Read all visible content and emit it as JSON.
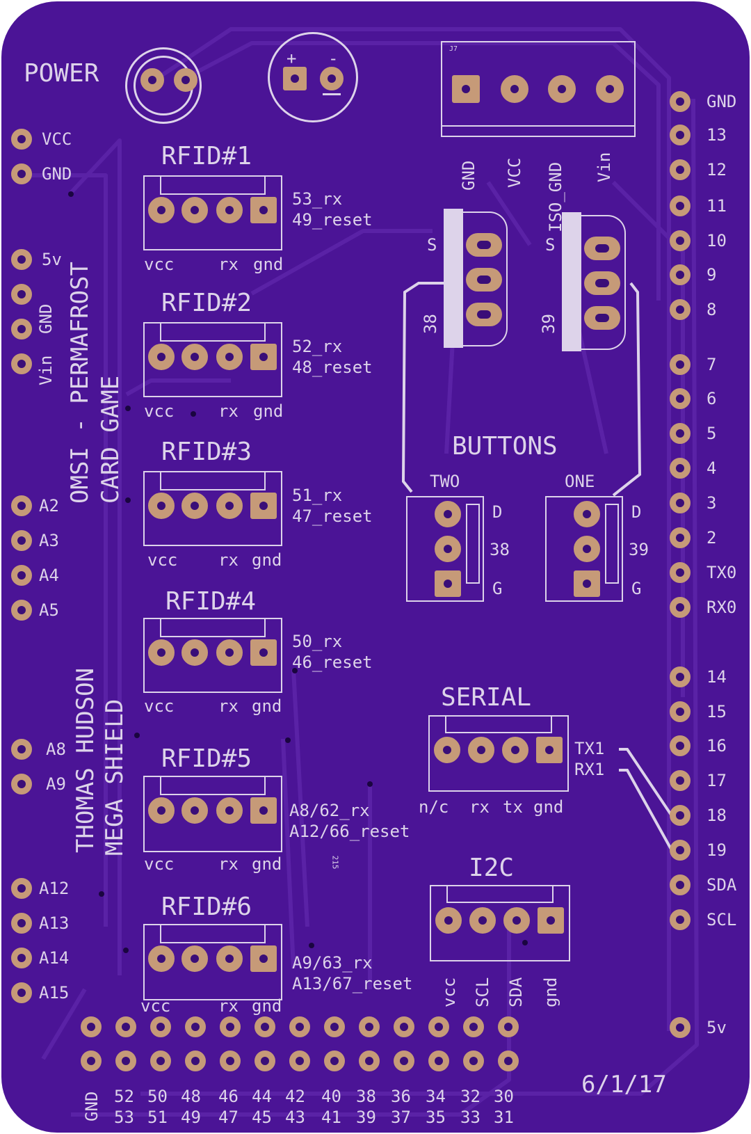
{
  "board": {
    "colors": {
      "pcb": "#4b1496",
      "silkscreen": "#ddd3ea",
      "pad": "#c69a78",
      "trace": "#5a22a6"
    },
    "power_label": "POWER",
    "cap_plus": "+",
    "cap_minus": "-",
    "j7_label": "J7",
    "j7_pins": [
      "GND",
      "VCC",
      "ISO_GND",
      "Vin"
    ],
    "title_line1": "OMSI - PERMAFROST",
    "title_line2": "CARD GAME",
    "author_line1": "THOMAS HUDSON",
    "author_line2": "MEGA SHIELD",
    "small_label": "215",
    "date": "6/1/17",
    "left_pins": {
      "top": [
        "VCC",
        "GND"
      ],
      "power": [
        "5v",
        "GND",
        "Vin"
      ],
      "analog_a": [
        "A2",
        "A3",
        "A4",
        "A5"
      ],
      "analog_b": [
        "A8",
        "A9"
      ],
      "analog_c": [
        "A12",
        "A13",
        "A14",
        "A15"
      ]
    },
    "right_pins": {
      "digital_high": [
        "GND",
        "13",
        "12",
        "11",
        "10",
        "9",
        "8"
      ],
      "digital_low": [
        "7",
        "6",
        "5",
        "4",
        "3",
        "2",
        "TX0",
        "RX0"
      ],
      "comm": [
        "14",
        "15",
        "16",
        "17",
        "18",
        "19",
        "SDA",
        "SCL"
      ],
      "bottom": [
        "5v"
      ]
    },
    "rfid": [
      {
        "title": "RFID#1",
        "line1": "53_rx",
        "line2": "49_reset",
        "pins": [
          "vcc",
          "rx",
          "gnd"
        ]
      },
      {
        "title": "RFID#2",
        "line1": "52_rx",
        "line2": "48_reset",
        "pins": [
          "vcc",
          "rx",
          "gnd"
        ]
      },
      {
        "title": "RFID#3",
        "line1": "51_rx",
        "line2": "47_reset",
        "pins": [
          "vcc",
          "rx",
          "gnd"
        ]
      },
      {
        "title": "RFID#4",
        "line1": "50_rx",
        "line2": "46_reset",
        "pins": [
          "vcc",
          "rx",
          "gnd"
        ]
      },
      {
        "title": "RFID#5",
        "line1": "A8/62_rx",
        "line2": "A12/66_reset",
        "pins": [
          "vcc",
          "rx",
          "gnd"
        ]
      },
      {
        "title": "RFID#6",
        "line1": "A9/63_rx",
        "line2": "A13/67_reset",
        "pins": [
          "vcc",
          "rx",
          "gnd"
        ]
      }
    ],
    "buttons": {
      "title": "BUTTONS",
      "two": {
        "label": "TWO",
        "pin": "38",
        "d": "D",
        "g": "G",
        "s": "S"
      },
      "one": {
        "label": "ONE",
        "pin": "39",
        "d": "D",
        "g": "G",
        "s": "S"
      }
    },
    "serial": {
      "title": "SERIAL",
      "pins": [
        "n/c",
        "rx",
        "tx",
        "gnd"
      ],
      "tx": "TX1",
      "rx": "RX1"
    },
    "i2c": {
      "title": "I2C",
      "pins": [
        "vcc",
        "SCL",
        "SDA",
        "gnd"
      ]
    },
    "bottom_header": {
      "gnd": "GND",
      "top_row": [
        "52",
        "50",
        "48",
        "46",
        "44",
        "42",
        "40",
        "38",
        "36",
        "34",
        "32",
        "30"
      ],
      "bottom_row": [
        "53",
        "51",
        "49",
        "47",
        "45",
        "43",
        "41",
        "39",
        "37",
        "35",
        "33",
        "31"
      ]
    }
  }
}
